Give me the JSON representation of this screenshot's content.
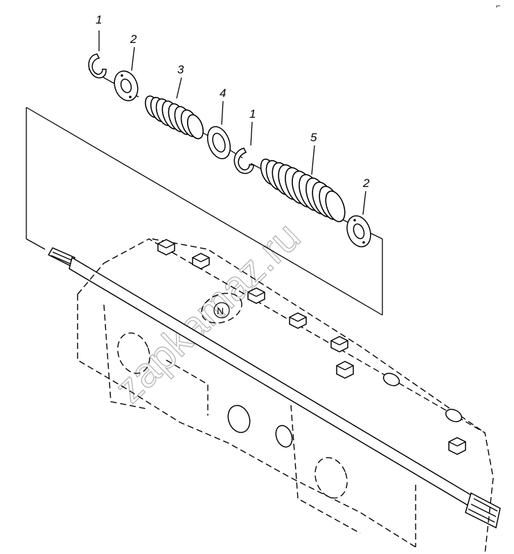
{
  "watermark": "zapkamaz.ru",
  "part_labels": [
    {
      "id": "label-1-top",
      "text": "1"
    },
    {
      "id": "label-2-top",
      "text": "2"
    },
    {
      "id": "label-3",
      "text": "3"
    },
    {
      "id": "label-4",
      "text": "4"
    },
    {
      "id": "label-1-middle",
      "text": "1"
    },
    {
      "id": "label-5",
      "text": "5"
    },
    {
      "id": "label-2-right",
      "text": "2"
    }
  ],
  "corner_mark": "⌐"
}
